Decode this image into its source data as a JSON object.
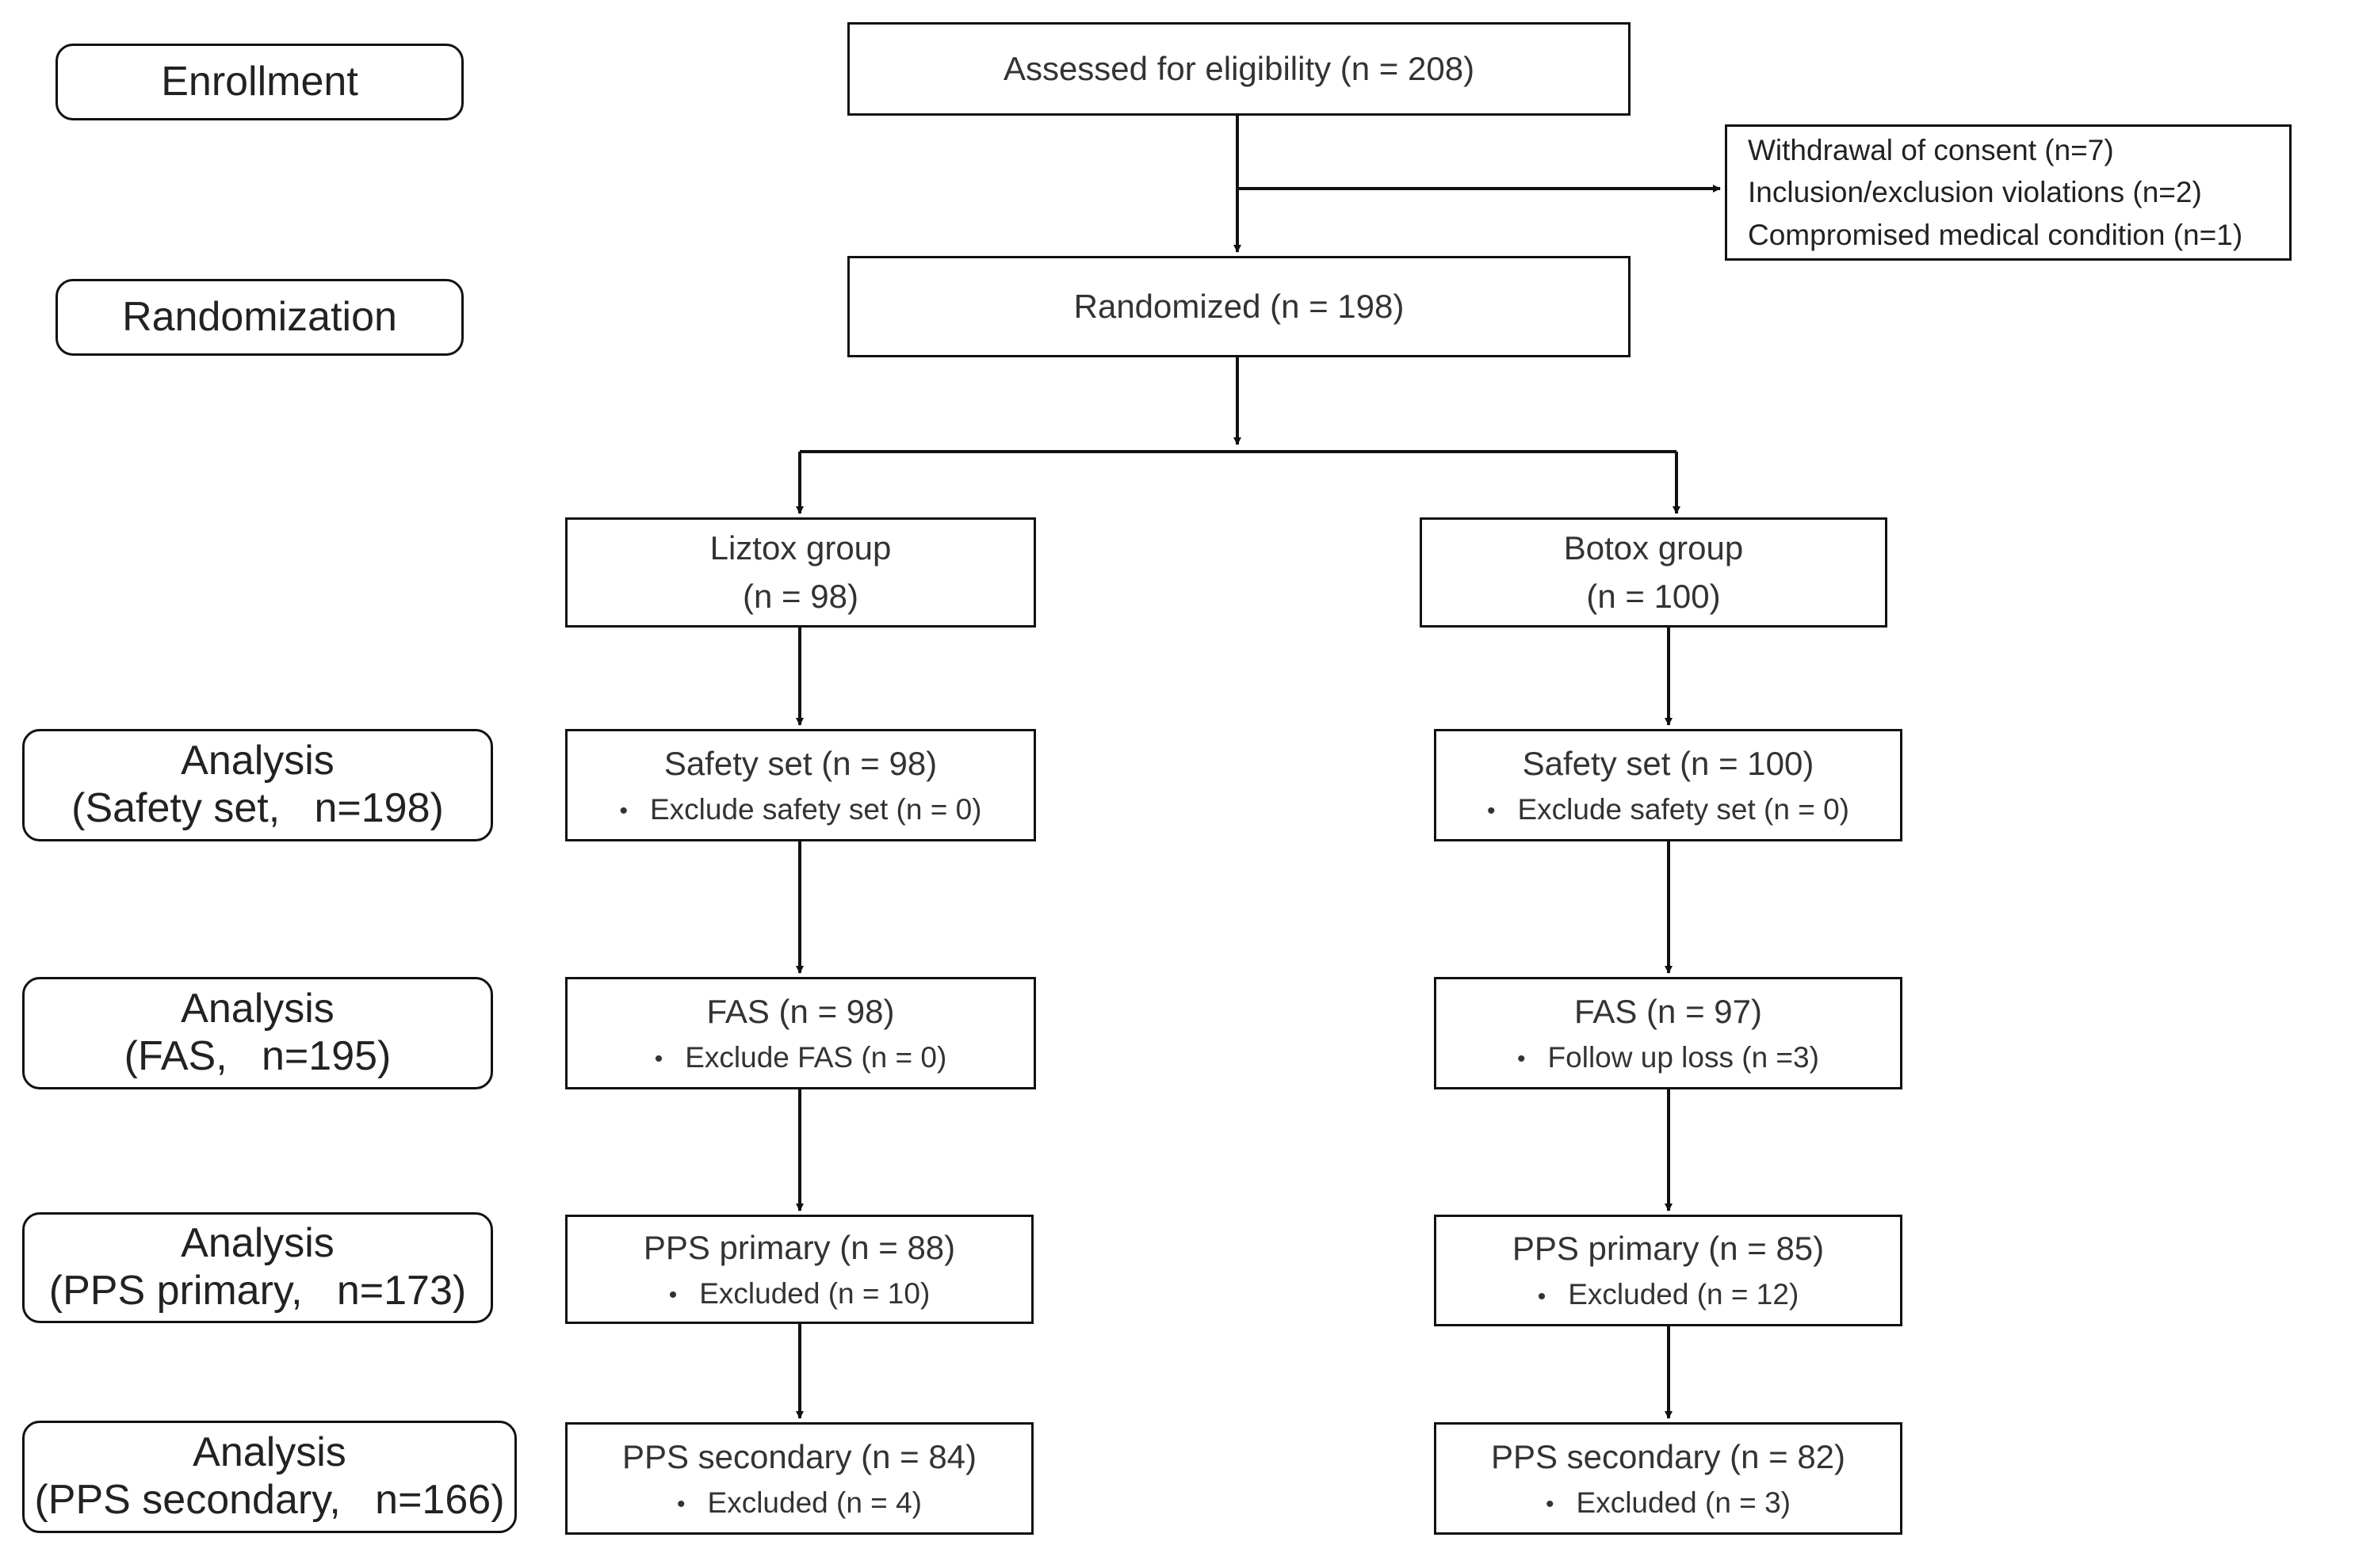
{
  "stages": {
    "enrollment": "Enrollment",
    "randomization": "Randomization",
    "safety": {
      "line1": "Analysis",
      "line2": "(Safety set,   n=198)"
    },
    "fas": {
      "line1": "Analysis",
      "line2": "(FAS,   n=195)"
    },
    "pps_primary": {
      "line1": "Analysis",
      "line2": "(PPS primary,   n=173)"
    },
    "pps_secondary": {
      "line1": "Analysis",
      "line2": "(PPS secondary,   n=166)"
    }
  },
  "top": {
    "assessed": "Assessed for eligibility (n = 208)",
    "randomized": "Randomized (n = 198)",
    "exclusions": [
      "Withdrawal of consent (n=7)",
      "Inclusion/exclusion violations (n=2)",
      "Compromised medical condition (n=1)"
    ]
  },
  "liztox": {
    "group": {
      "line1": "Liztox group",
      "line2": "(n = 98)"
    },
    "safety": {
      "title": "Safety set (n = 98)",
      "note": "Exclude safety set (n = 0)"
    },
    "fas": {
      "title": "FAS (n = 98)",
      "note": "Exclude FAS (n = 0)"
    },
    "pps_primary": {
      "title": "PPS primary (n = 88)",
      "note": "Excluded (n = 10)"
    },
    "pps_secondary": {
      "title": "PPS secondary (n = 84)",
      "note": "Excluded (n = 4)"
    }
  },
  "botox": {
    "group": {
      "line1": "Botox group",
      "line2": "(n = 100)"
    },
    "safety": {
      "title": "Safety set (n = 100)",
      "note": "Exclude safety set (n = 0)"
    },
    "fas": {
      "title": "FAS (n = 97)",
      "note": "Follow up loss (n =3)"
    },
    "pps_primary": {
      "title": "PPS primary (n = 85)",
      "note": "Excluded (n = 12)"
    },
    "pps_secondary": {
      "title": "PPS secondary (n = 82)",
      "note": "Excluded (n = 3)"
    }
  },
  "bullet_glyph": "•"
}
